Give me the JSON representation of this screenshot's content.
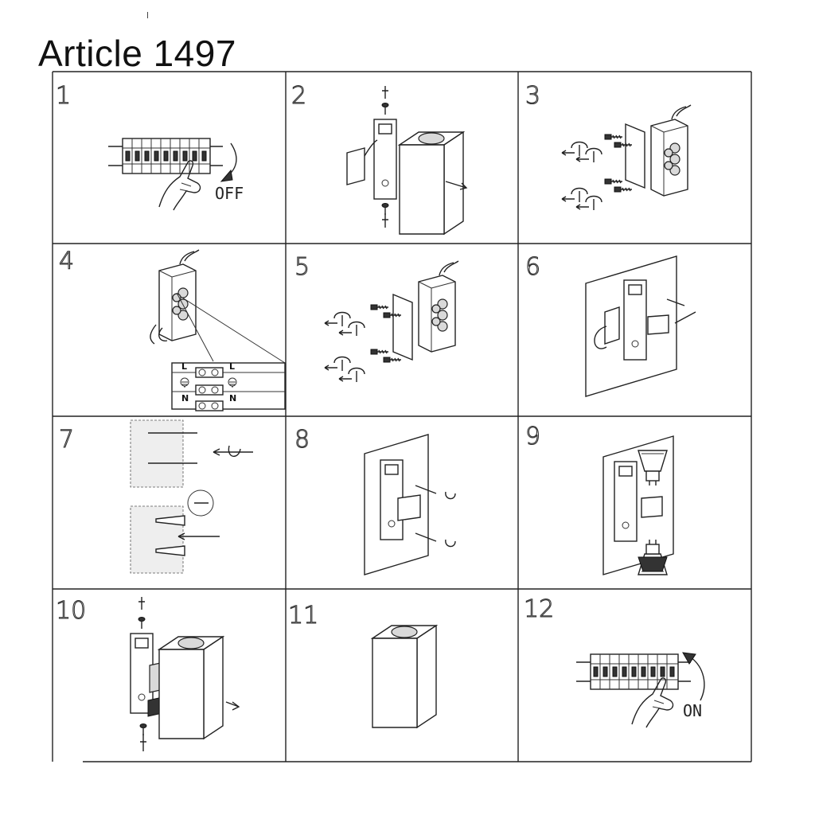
{
  "title": "Article 1497",
  "steps": [
    "1",
    "2",
    "3",
    "4",
    "5",
    "6",
    "7",
    "8",
    "9",
    "10",
    "11",
    "12"
  ],
  "labels": {
    "off": "OFF",
    "on": "ON",
    "terminal_l": "L",
    "terminal_n": "N"
  },
  "colors": {
    "line": "#222222",
    "background": "#ffffff"
  },
  "icons": [
    "circuit-breaker-icon",
    "hand-icon",
    "screw-icon",
    "screwdriver-icon",
    "lamp-body-icon",
    "drill-icon",
    "wall-plug-icon",
    "gu10-bulb-icon",
    "terminal-block-icon",
    "ground-symbol-icon"
  ]
}
